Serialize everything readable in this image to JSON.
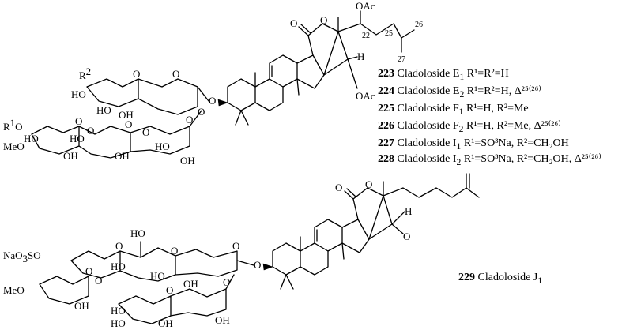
{
  "atoms": {
    "s1": {
      "oac1": "OAc",
      "c22": "22",
      "c25": "25",
      "c26": "26",
      "c27": "27",
      "h1": "H",
      "oac2": "OAc",
      "o_lac": "O",
      "o_ring": "O",
      "o_gly": "O",
      "r2": "R",
      "r2sup": "2",
      "ho1": "HO",
      "ho2": "HO",
      "oh1": "OH",
      "o_a": "O",
      "o_b": "O",
      "o_c": "O",
      "o_d": "O",
      "r1o": "R",
      "r1sup": "1",
      "r1o_o": "O",
      "meo": "MeO",
      "ho3": "HO",
      "oh2": "OH",
      "ho4": "HO",
      "oh3": "OH",
      "ho5": "HO",
      "oh4": "OH",
      "o_e": "O",
      "o_f": "O",
      "o_g": "O",
      "o_h": "O"
    },
    "s2": {
      "o_lac": "O",
      "o_ring": "O",
      "h1": "H",
      "o_keto": "O",
      "o_gly": "O",
      "naso": "NaO",
      "naso_3": "3",
      "naso_s": "SO",
      "ho1": "HO",
      "ho2": "HO",
      "ho3": "HO",
      "oh1": "OH",
      "meo": "MeO",
      "oh2": "OH",
      "ho4": "HO",
      "oh3": "OH",
      "ho5": "HO",
      "oh4": "OH",
      "o_a": "O",
      "o_b": "O",
      "o_c": "O",
      "o_d": "O",
      "o_e": "O",
      "o_f": "O",
      "o_g": "O"
    }
  },
  "compounds": [
    {
      "num": "223",
      "name": "Cladoloside E",
      "sub": "1",
      "subst": "R¹=R²=H",
      "delta": ""
    },
    {
      "num": "224",
      "name": "Cladoloside E",
      "sub": "2",
      "subst": "R¹=R²=H,",
      "delta": "Δ²⁵⁽²⁶⁾"
    },
    {
      "num": "225",
      "name": "Cladoloside F",
      "sub": "1",
      "subst": "R¹=H, R²=Me",
      "delta": ""
    },
    {
      "num": "226",
      "name": "Cladoloside F",
      "sub": "2",
      "subst": "R¹=H, R²=Me,",
      "delta": "Δ²⁵⁽²⁶⁾"
    },
    {
      "num": "227",
      "name": "Cladoloside I",
      "sub": "1",
      "subst": "R¹=SO³Na, R²=CH₂OH",
      "delta": ""
    },
    {
      "num": "228",
      "name": "Cladoloside I",
      "sub": "2",
      "subst": "R¹=SO³Na, R²=CH₂OH,",
      "delta": "Δ²⁵⁽²⁶⁾"
    },
    {
      "num": "229",
      "name": "Cladoloside J",
      "sub": "1",
      "subst": "",
      "delta": ""
    }
  ]
}
